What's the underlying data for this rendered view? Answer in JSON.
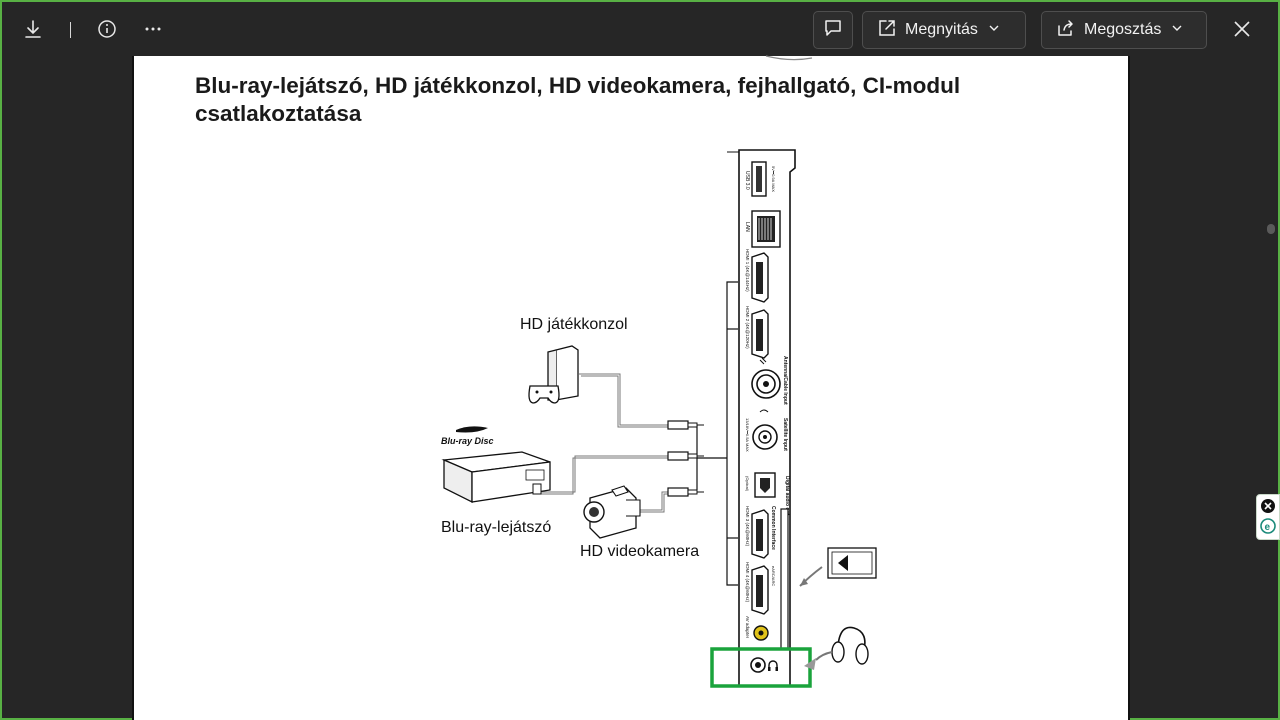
{
  "toolbar": {
    "download_icon": "download-icon",
    "info_icon": "info-icon",
    "more_icon": "more-icon",
    "comment_icon": "comment-icon",
    "open_label": "Megnyitás",
    "share_label": "Megosztás",
    "close_icon": "close-icon"
  },
  "document": {
    "title": "Blu-ray-lejátszó, HD játékkonzol, HD videokamera, fejhallgató, CI-modul csatlakoztatása",
    "labels": {
      "game_console": "HD játékkonzol",
      "bluray_player": "Blu-ray-lejátszó",
      "video_camera": "HD videokamera",
      "bluray_logo": "Blu-ray Disc"
    },
    "panel_ports": {
      "usb": "USB 3.0",
      "usb_spec": "5V⎓0.9A MAX",
      "lan": "LAN",
      "hdmi1": "HDMI 1 (4K@144Hz)",
      "hdmi2": "HDMI 2 (4K@120Hz)",
      "antenna": "Antenna/Cable Input",
      "satellite": "Satellite Input",
      "sat_spec": "13/18V⎓0.5A MAX",
      "digital_audio": "Digital audio out",
      "optical": "(Optical)",
      "hdmi3": "HDMI 3 (4K@60Hz)",
      "common_interface": "Common Interface",
      "hdmi4": "HDMI 4 (4K@60Hz)",
      "earc": "eARC/ARC",
      "av": "AV adapter"
    }
  },
  "colors": {
    "highlight": "#1aa33c",
    "window_border": "#58b044"
  }
}
